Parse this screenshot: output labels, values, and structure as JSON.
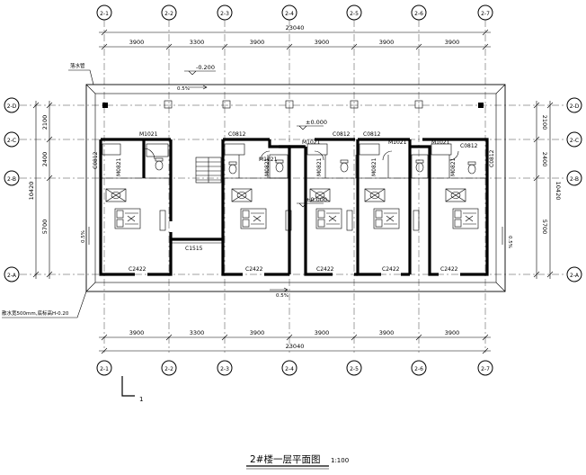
{
  "drawing": {
    "title": "2#楼一层平面图",
    "scale": "1:100",
    "section_mark": "1"
  },
  "axes": {
    "vertical": [
      "2-1",
      "2-2",
      "2-3",
      "2-4",
      "2-5",
      "2-6",
      "2-7"
    ],
    "horizontal": [
      "2-D",
      "2-C",
      "2-B",
      "2-A"
    ]
  },
  "dimensions": {
    "top_bays": [
      "3900",
      "3300",
      "3900",
      "3900",
      "3900",
      "3900"
    ],
    "top_total": "23040",
    "bottom_bays": [
      "3900",
      "3300",
      "3900",
      "3900",
      "3900",
      "3900"
    ],
    "bottom_total": "23040",
    "left_segments": [
      "2100",
      "2400",
      "5700"
    ],
    "left_total": "10420",
    "right_segments": [
      "2100",
      "2400",
      "5700"
    ],
    "right_total": "10420"
  },
  "annotations": {
    "downpipe": "落水管",
    "elev_outdoor": "-0.200",
    "elev_indoor_1": "±0.000",
    "elev_indoor_2": "±0.000",
    "slope_top": "0.5%",
    "slope_bottom": "0.5%",
    "slope_left": "0.5%",
    "slope_right": "0.5%",
    "apron_note": "散水宽500mm,底标高H-0.20"
  },
  "openings": {
    "m1021": [
      "M1021",
      "M1021",
      "M1021",
      "M1021",
      "M1021"
    ],
    "c0812": [
      "C0812",
      "C0812",
      "C0812",
      "C0812",
      "C0812",
      "C0812"
    ],
    "m0821": [
      "M0821",
      "M0821",
      "M0821",
      "M0821",
      "M0821"
    ],
    "c2422": [
      "C2422",
      "C2422",
      "C2422",
      "C2422",
      "C2422"
    ],
    "c1515": "C1515"
  }
}
